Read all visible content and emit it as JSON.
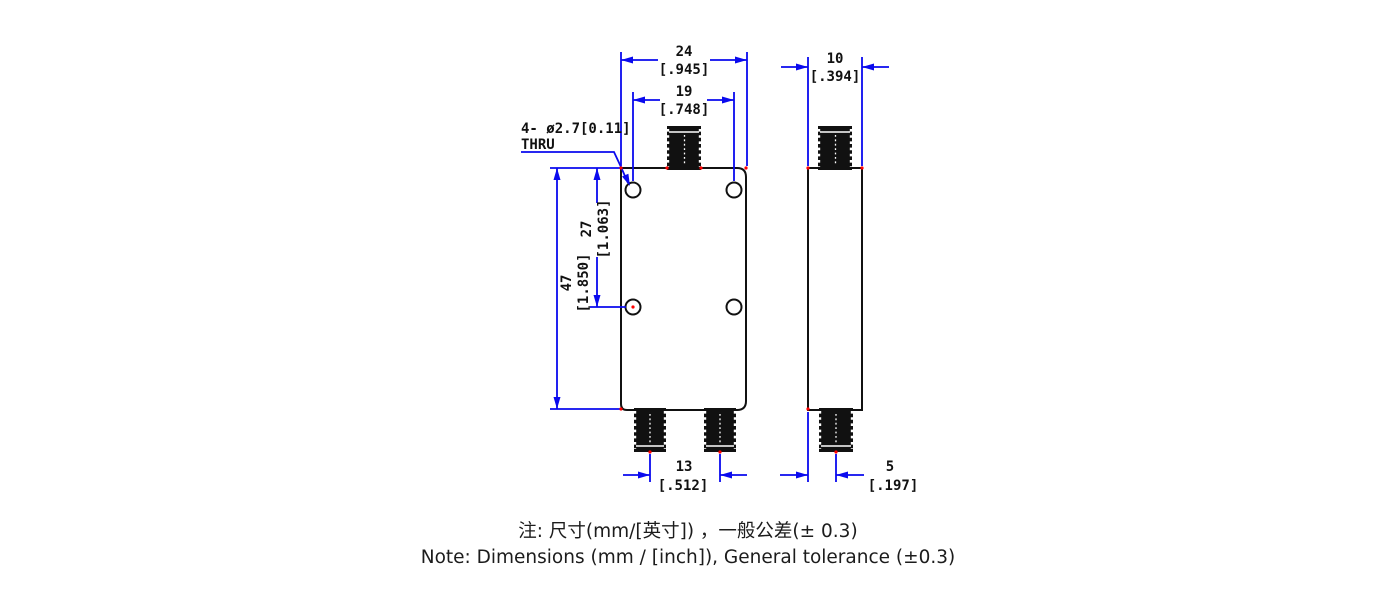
{
  "drawing": {
    "kind": "2-way power divider outline drawing",
    "views": [
      "front-view",
      "side-view"
    ]
  },
  "dimensions": {
    "body_width": {
      "mm": "24",
      "inch": "[.945]"
    },
    "hole_span": {
      "mm": "19",
      "inch": "[.748]"
    },
    "body_depth": {
      "mm": "10",
      "inch": "[.394]"
    },
    "body_height": {
      "mm": "47",
      "inch": "[1.850]"
    },
    "hole_height": {
      "mm": "27",
      "inch": "[1.063]"
    },
    "output_spacing": {
      "mm": "13",
      "inch": "[.512]"
    },
    "side_offset": {
      "mm": "5",
      "inch": "[.197]"
    },
    "holes_callout": {
      "line1": "4- ø2.7[0.11]",
      "line2": "THRU"
    }
  },
  "notes": {
    "line1_zh": "注: 尺寸(mm/[英寸]) ，一般公差(± 0.3)",
    "line2_en": "Note: Dimensions (mm / [inch]), General tolerance (±0.3)"
  },
  "colors": {
    "dimension": "#0a0aee",
    "outline": "#111111",
    "marker": "#ff0000",
    "paper": "#ffffff"
  }
}
